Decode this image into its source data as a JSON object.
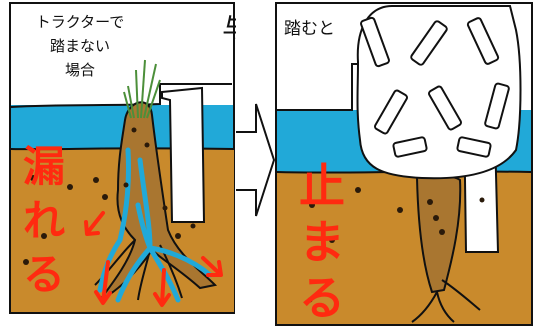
{
  "left_panel": {
    "caption_line1": "トラクターで",
    "caption_line2": "踏まない",
    "caption_line3": "場合",
    "big_label_chars": [
      "漏",
      "れ",
      "る"
    ],
    "corner_mark": "与"
  },
  "right_panel": {
    "caption": "踏むと",
    "big_label_chars": [
      "止",
      "ま",
      "る"
    ]
  },
  "colors": {
    "water": "#21a9d8",
    "soil": "#c98a2c",
    "root": "#a97630",
    "red_text": "#ff2a10",
    "white": "#ffffff",
    "grass": "#4c8f3a"
  }
}
